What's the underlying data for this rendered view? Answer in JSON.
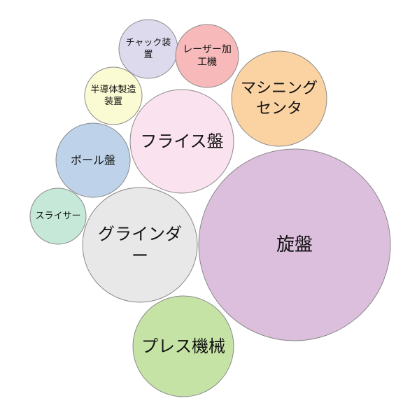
{
  "chart_data": {
    "type": "bubble",
    "title": "",
    "items": [
      {
        "label": "旋盤",
        "lines": [
          "旋盤"
        ],
        "value": 100,
        "color": "#dcbedd"
      },
      {
        "label": "プレス機械",
        "lines": [
          "プレス機械"
        ],
        "value": 31,
        "color": "#c6e3a6"
      },
      {
        "label": "グラインダー",
        "lines": [
          "グラインダ",
          "ー"
        ],
        "value": 38,
        "color": "#e8e8e8"
      },
      {
        "label": "フライス盤",
        "lines": [
          "フライス盤"
        ],
        "value": 33,
        "color": "#fbe2ef"
      },
      {
        "label": "マシニングセンタ",
        "lines": [
          "マシニング",
          "センタ"
        ],
        "value": 25,
        "color": "#fbd3a3"
      },
      {
        "label": "ボール盤",
        "lines": [
          "ボール盤"
        ],
        "value": 15,
        "color": "#bed3e9"
      },
      {
        "label": "スライサー",
        "lines": [
          "スライサー"
        ],
        "value": 9,
        "color": "#c5e8d8"
      },
      {
        "label": "半導体製造装置",
        "lines": [
          "半導体製造",
          "装置"
        ],
        "value": 9.5,
        "color": "#fbfbd3"
      },
      {
        "label": "チャック装置",
        "lines": [
          "チャック装",
          "置"
        ],
        "value": 9.5,
        "color": "#dedaee"
      },
      {
        "label": "レーザー加工機",
        "lines": [
          "レーザー加",
          "工機"
        ],
        "value": 11.5,
        "color": "#f7b9b9"
      }
    ]
  }
}
